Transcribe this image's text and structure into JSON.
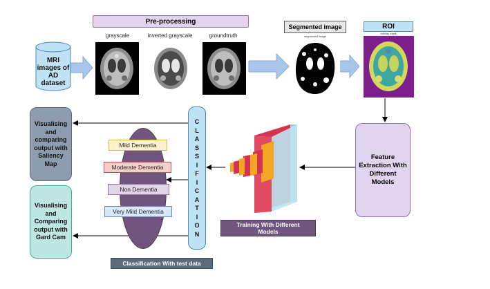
{
  "preprocessing": {
    "title": "Pre-processing",
    "labels": [
      "grayscale",
      "inverted grayscale",
      "groundtruth"
    ]
  },
  "dataset": {
    "label": "MRI images of AD dataset"
  },
  "segmented": {
    "title": "Segmented image",
    "caption": "segmented image"
  },
  "roi": {
    "title": "ROI",
    "caption": "overlay mask"
  },
  "feature": {
    "label": "Feature Extraction With Different Models"
  },
  "training": {
    "label": "Training With Different Models"
  },
  "classification": {
    "letters": [
      "C",
      "L",
      "A",
      "S",
      "S",
      "I",
      "F",
      "I",
      "C",
      "A",
      "T",
      "I",
      "O",
      "N"
    ]
  },
  "classes": [
    "Mild Dementia",
    "Moderate Dementia",
    "Non Dementia",
    "Very Mild Dementia"
  ],
  "outputs": {
    "saliency": "Visualising and comparing output with Saliency Map",
    "gradcam": "Visualising and Comparing output with Gard Cam"
  },
  "test_label": "Classification With test data",
  "colors": {
    "lavender": "#e2d4ef",
    "light_blue": "#bfe3f5",
    "slate": "#8d9cae",
    "teal": "#bfe7e1",
    "purple": "#70557f",
    "dark_slate": "#5b6b7c",
    "arrow_blue": "#a9c6ea",
    "mild": "#fff2cc",
    "moderate": "#f8cecc",
    "non": "#e1d5e7",
    "very_mild": "#dae8fc"
  },
  "icons": [
    "database-icon",
    "right-arrow-icon",
    "cnn-layers-icon",
    "brain-scan-icon"
  ]
}
